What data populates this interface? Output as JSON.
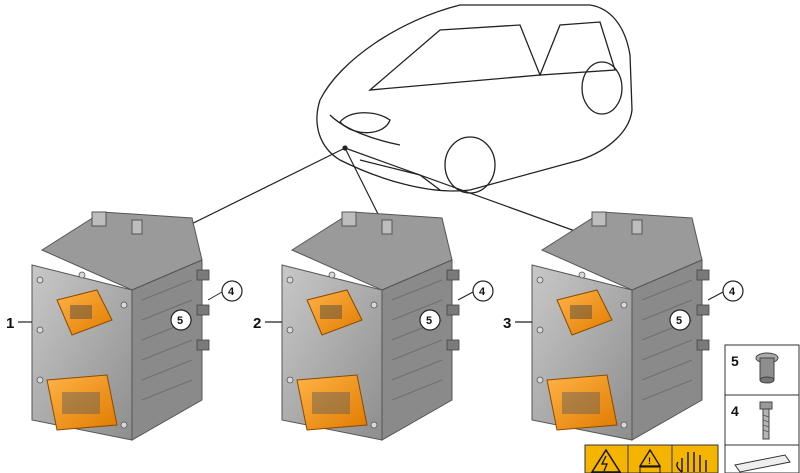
{
  "callouts": {
    "unit1": "1",
    "unit2": "2",
    "unit3": "3",
    "circle4": "4",
    "circle5": "5"
  },
  "legend": {
    "items": [
      {
        "label": "5",
        "icon": "grommet-icon"
      },
      {
        "label": "4",
        "icon": "bolt-icon"
      }
    ]
  },
  "warning_label": {
    "icons": [
      "high-voltage-warning-icon",
      "caution-manual-icon",
      "protective-glove-icon"
    ],
    "color": "#f5b400"
  },
  "colors": {
    "housing": "#a9a9a9",
    "housing_dark": "#7d7d7d",
    "connector": "#f39200",
    "line": "#222222"
  }
}
